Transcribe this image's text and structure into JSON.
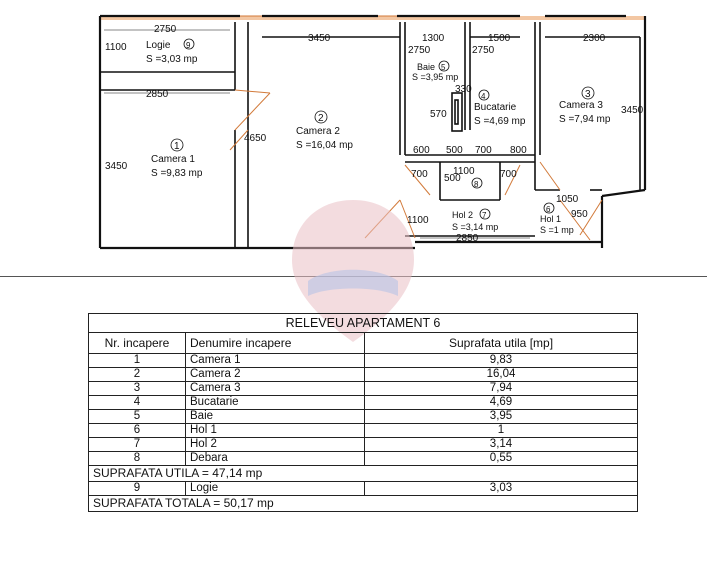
{
  "floor_plan": {
    "dims": {
      "d2750_top": "2750",
      "d1100_logie": "1100",
      "d3450_top": "3450",
      "d1300": "1300",
      "d2750_baie": "2750",
      "d1500": "1500",
      "d2750_buc": "2750",
      "d2300": "2300",
      "d2850_top": "2850",
      "d330": "330",
      "d570": "570",
      "d3450_c3": "3450",
      "d4650": "4650",
      "d3450_left": "3450",
      "d600": "600",
      "d500a": "500",
      "d700a": "700",
      "d800": "800",
      "d700_l": "700",
      "d1100_d": "1100",
      "d500_d": "500",
      "d700_r": "700",
      "d1050": "1050",
      "d950": "950",
      "d1100_h": "1100",
      "d2850_bot": "2850"
    },
    "rooms": [
      {
        "num": "9",
        "name": "Logie",
        "area": "S =3,03 mp"
      },
      {
        "num": "1",
        "name": "Camera 1",
        "area": "S =9,83 mp"
      },
      {
        "num": "2",
        "name": "Camera 2",
        "area": "S =16,04 mp"
      },
      {
        "num": "5",
        "name": "Baie",
        "area": "S =3,95 mp"
      },
      {
        "num": "4",
        "name": "Bucatarie",
        "area": "S =4,69 mp"
      },
      {
        "num": "3",
        "name": "Camera 3",
        "area": "S =7,94 mp"
      },
      {
        "num": "8",
        "name": "",
        "area": ""
      },
      {
        "num": "7",
        "name": "Hol 2",
        "area": "S =3,14 mp"
      },
      {
        "num": "6",
        "name": "Hol 1",
        "area": "S =1 mp"
      }
    ]
  },
  "table": {
    "title": "RELEVEU APARTAMENT 6",
    "headers": [
      "Nr. incapere",
      "Denumire incapere",
      "Suprafata utila [mp]"
    ],
    "rows": [
      {
        "nr": "1",
        "name": "Camera 1",
        "area": "9,83"
      },
      {
        "nr": "2",
        "name": "Camera 2",
        "area": "16,04"
      },
      {
        "nr": "3",
        "name": "Camera 3",
        "area": "7,94"
      },
      {
        "nr": "4",
        "name": "Bucatarie",
        "area": "4,69"
      },
      {
        "nr": "5",
        "name": "Baie",
        "area": "3,95"
      },
      {
        "nr": "6",
        "name": "Hol 1",
        "area": "1"
      },
      {
        "nr": "7",
        "name": "Hol 2",
        "area": "3,14"
      },
      {
        "nr": "8",
        "name": "Debara",
        "area": "0,55"
      }
    ],
    "total_utila": "SUPRAFATA UTILA = 47,14 mp",
    "logie_row": {
      "nr": "9",
      "name": "Logie",
      "area": "3,03"
    },
    "total_totala": "SUPRAFATA TOTALA = 50,17 mp"
  }
}
